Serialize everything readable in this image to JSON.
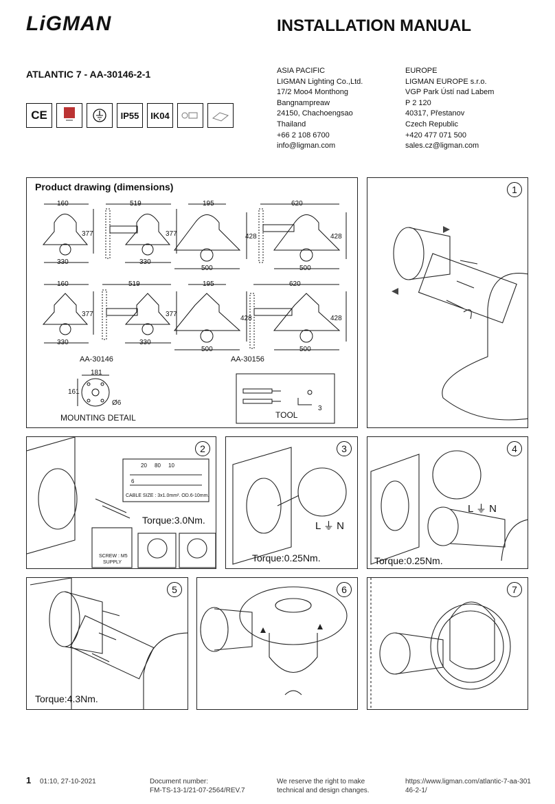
{
  "header": {
    "logo": "LiGMAN",
    "title": "INSTALLATION MANUAL",
    "model": "ATLANTIC 7 - AA-30146-2-1"
  },
  "addresses": {
    "asia": "ASIA PACIFIC\nLIGMAN Lighting Co.,Ltd.\n17/2 Moo4 Monthong\nBangnampreaw\n24150, Chachoengsao\nThailand\n+66 2 108 6700\ninfo@ligman.com",
    "europe": "EUROPE\nLIGMAN EUROPE s.r.o.\nVGP Park Ústí nad Labem\nP 2 120\n40317, Přestanov\nCzech Republic\n+420 477 071 500\nsales.cz@ligman.com"
  },
  "cert_icons": {
    "ce": "CE",
    "ip": "IP55",
    "ik": "IK04"
  },
  "drawing": {
    "title": "Product drawing (dimensions)",
    "row1": [
      "160",
      "519",
      "195",
      "620",
      "377",
      "377",
      "428",
      "428",
      "330",
      "330",
      "500",
      "500"
    ],
    "row2": [
      "160",
      "519",
      "195",
      "620",
      "377",
      "377",
      "428",
      "428",
      "330",
      "330",
      "500",
      "500"
    ],
    "model_a": "AA-30146",
    "model_b": "AA-30156",
    "mount_w": "181",
    "mount_h": "161",
    "mount_hole": "Ø6",
    "mount_label": "MOUNTING DETAIL",
    "tool_label": "TOOL",
    "tool_size": "3"
  },
  "steps": {
    "s1": "1",
    "s2": "2",
    "s3": "3",
    "s4": "4",
    "s5": "5",
    "s6": "6",
    "s7": "7",
    "cable_dims": [
      "20",
      "80",
      "10",
      "6"
    ],
    "cable_size": "CABLE SIZE : 3x1.0mm². OD.6-10mm.",
    "screw": "SCREW : M5",
    "supply": "SUPPLY",
    "torque2": "Torque:3.0Nm.",
    "torque3": "Torque:0.25Nm.",
    "torque4": "Torque:0.25Nm.",
    "torque5": "Torque:4.3Nm.",
    "ln3": "L ⏚ N",
    "ln4": "L ⏚ N"
  },
  "footer": {
    "page": "1",
    "date": "01:10, 27-10-2021",
    "doc": "Document number:\nFM-TS-13-1/21-07-2564/REV.7",
    "reserve": "We reserve the right to make\ntechnical and design changes.",
    "url": "https://www.ligman.com/atlantic-7-aa-301\n46-2-1/"
  }
}
